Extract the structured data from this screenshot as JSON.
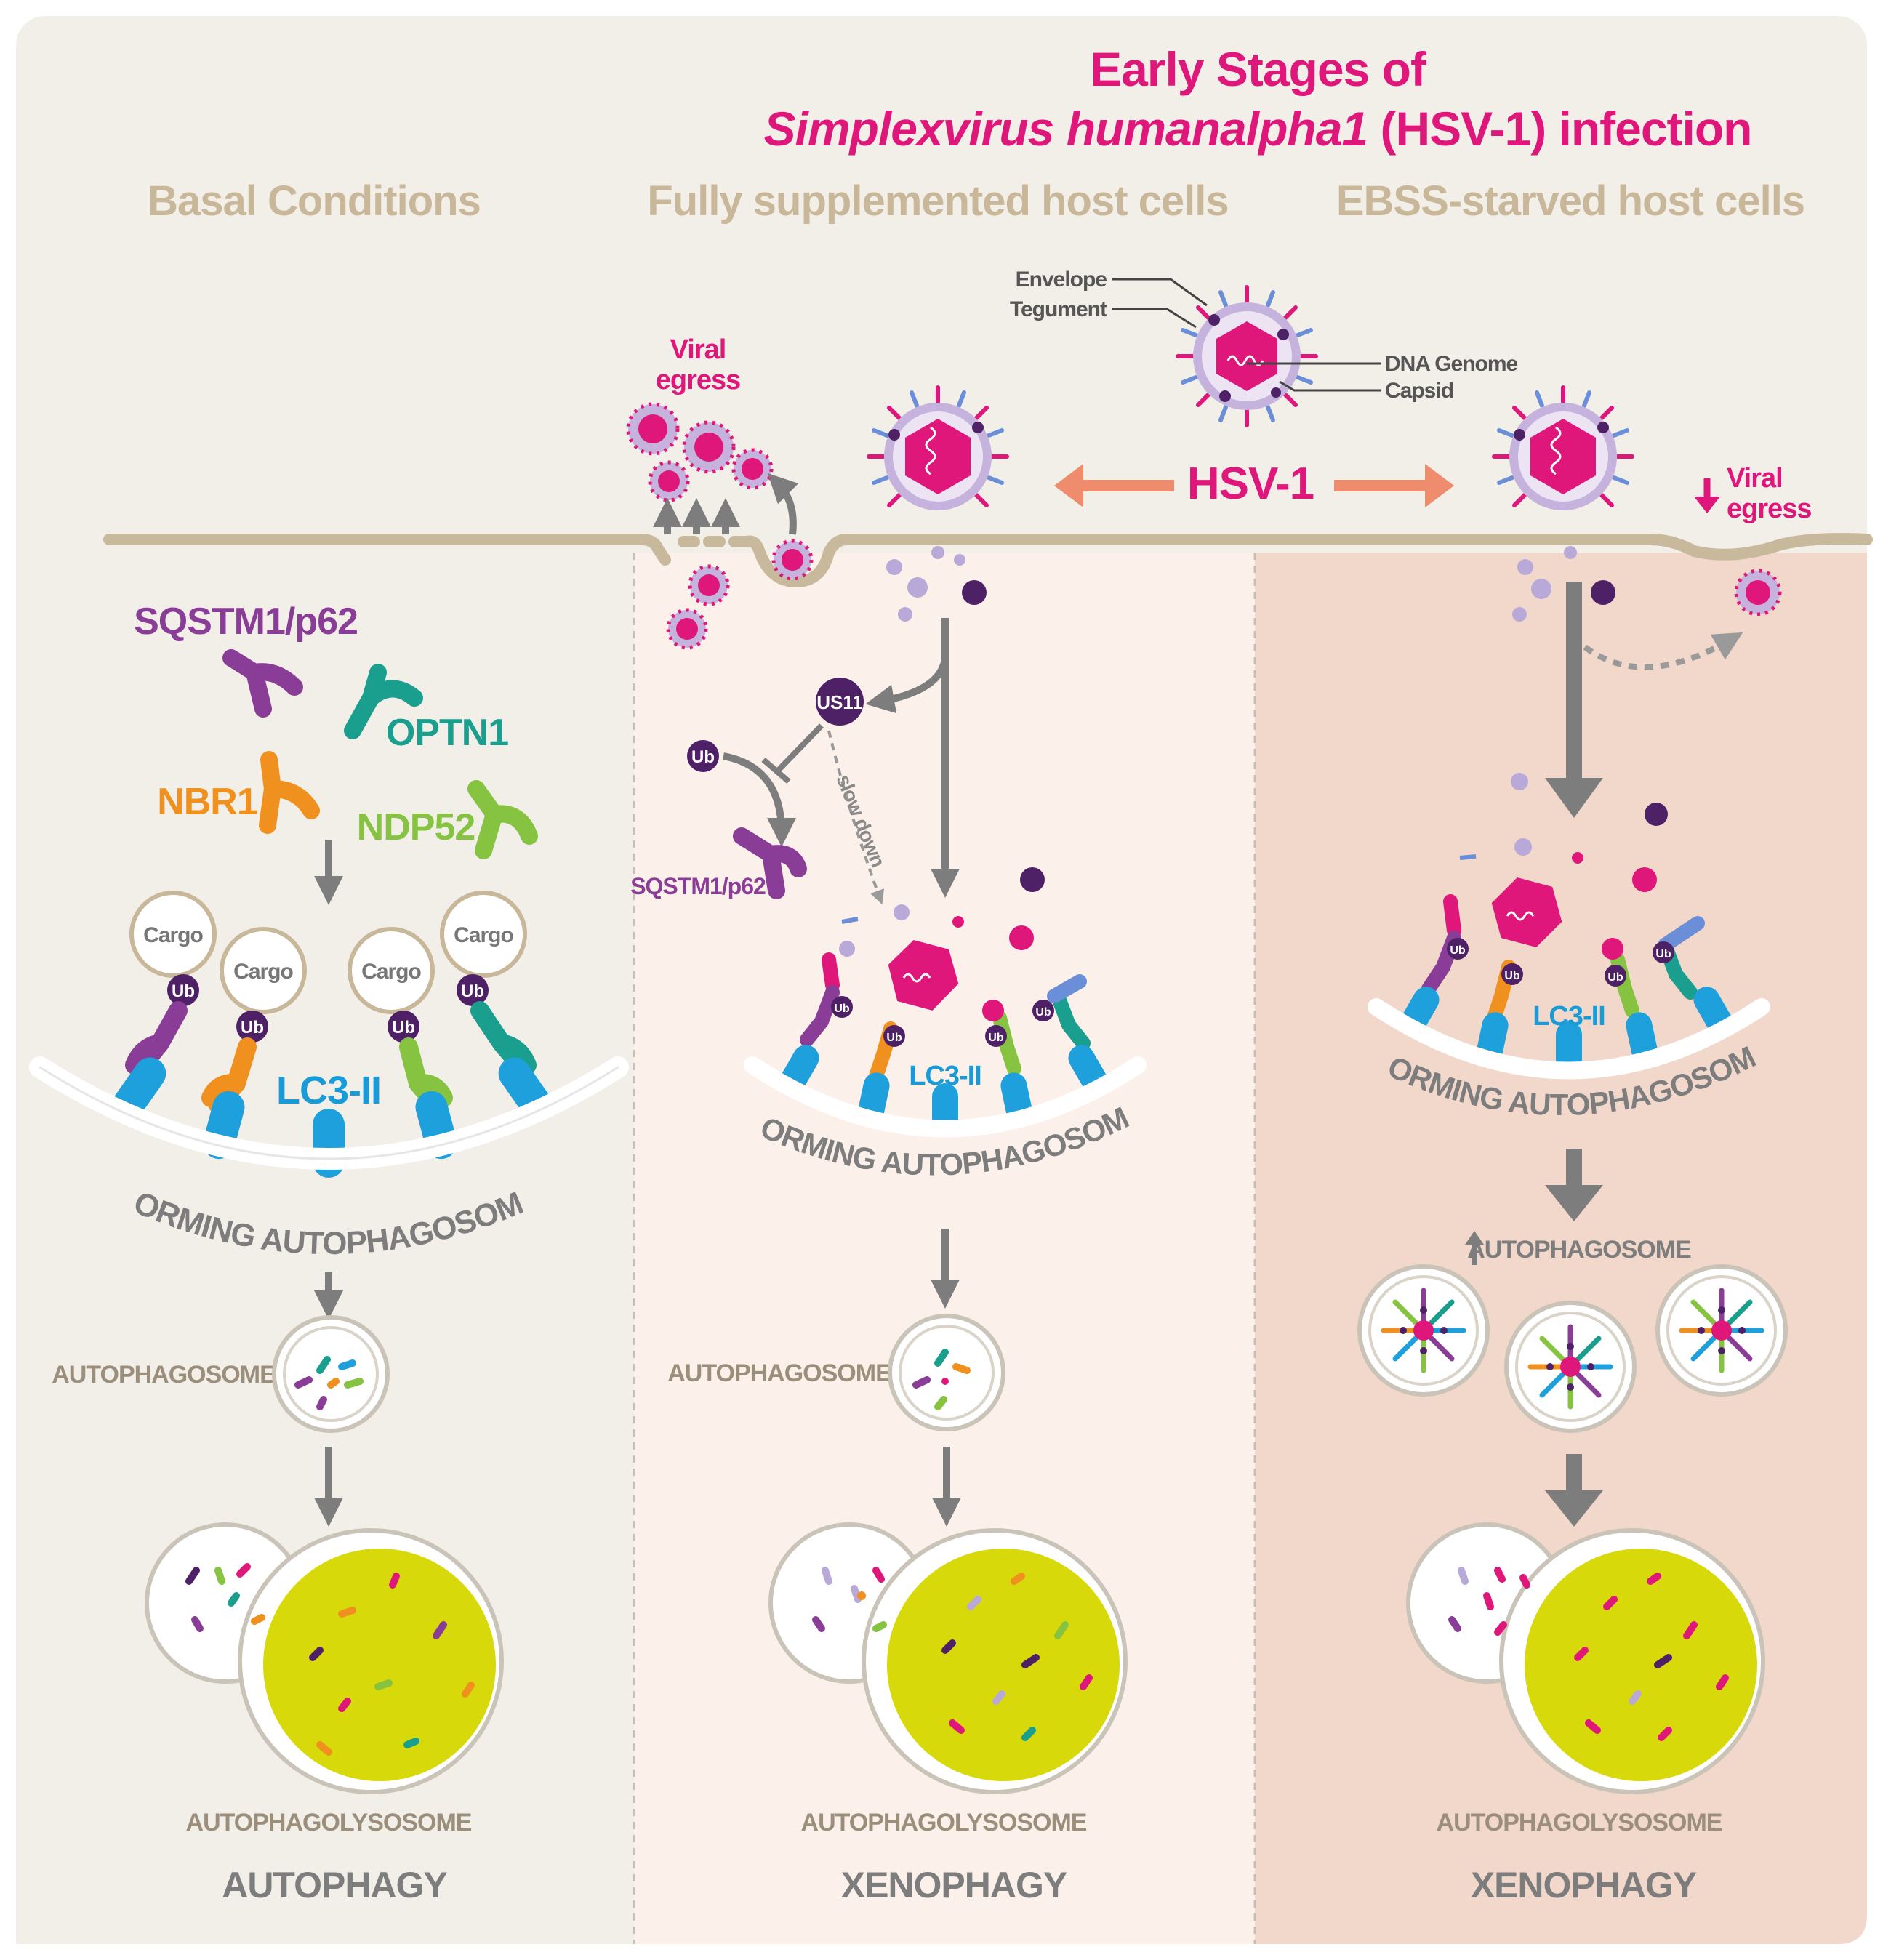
{
  "title": {
    "line1": "Early Stages of",
    "species": "Simplexvirus humanalpha1",
    "line2_rest": " (HSV-1) infection"
  },
  "panels": {
    "basal": {
      "heading": "Basal Conditions",
      "footer": "AUTOPHAGY"
    },
    "supplemented": {
      "heading": "Fully supplemented host cells",
      "footer": "XENOPHAGY"
    },
    "starved": {
      "heading": "EBSS-starved host cells",
      "footer": "XENOPHAGY"
    }
  },
  "virion_labels": {
    "envelope": "Envelope",
    "tegument": "Tegument",
    "dna_genome": "DNA Genome",
    "capsid": "Capsid"
  },
  "hsv1_label": "HSV-1",
  "viral_egress": {
    "word1": "Viral",
    "word2": "egress"
  },
  "receptors": {
    "sqstm1": "SQSTM1/p62",
    "optn1": "OPTN1",
    "nbr1": "NBR1",
    "ndp52": "NDP52"
  },
  "cargo_label": "Cargo",
  "ub_label": "Ub",
  "lc3_label": "LC3-II",
  "forming_autophagosome": "FORMING AUTOPHAGOSOME",
  "autophagosome_label": "AUTOPHAGOSOME",
  "autophagolysosome_label": "AUTOPHAGOLYSOSOME",
  "us11_label": "US11",
  "slow_down_label": "slow down",
  "sqstm1_small": "SQSTM1/p62",
  "colors": {
    "magenta": "#e0177a",
    "purple": "#8a3d96",
    "teal": "#1a9e8e",
    "orange": "#f0901e",
    "green": "#86c340",
    "blue": "#1ea0dc",
    "lc3": "#1a9bd7",
    "beige_heading": "#c9b79a",
    "gray": "#7d7d7d",
    "lysosome": "#d8d90a",
    "salmon": "#f08c6e",
    "dark_purple": "#4e2167",
    "lilac": "#b9a9d8"
  }
}
